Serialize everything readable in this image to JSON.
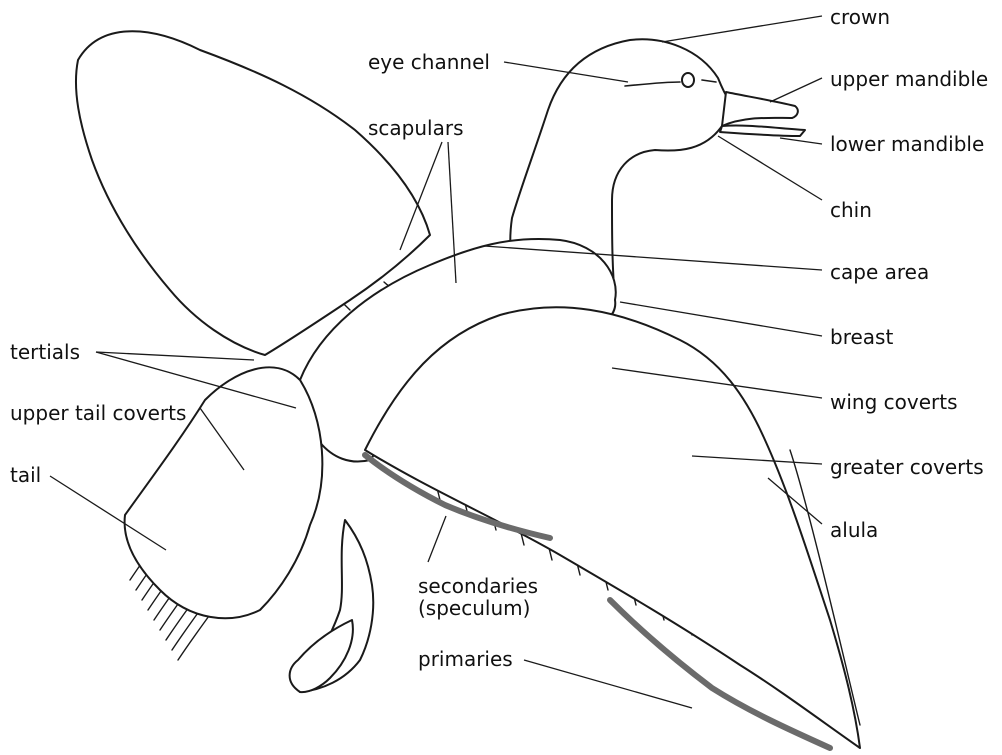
{
  "colors": {
    "ink": "#1a1a1a",
    "speculum": "#6b6b6b",
    "background": "#ffffff"
  },
  "labels": {
    "crown": "crown",
    "eye_channel": "eye channel",
    "upper_mandible": "upper mandible",
    "lower_mandible": "lower mandible",
    "chin": "chin",
    "scapulars": "scapulars",
    "cape_area": "cape area",
    "breast": "breast",
    "tertials": "tertials",
    "wing_coverts": "wing coverts",
    "upper_tail_coverts": "upper tail coverts",
    "greater_coverts": "greater coverts",
    "tail": "tail",
    "alula": "alula",
    "secondaries_line1": "secondaries",
    "secondaries_line2": "(speculum)",
    "primaries": "primaries"
  }
}
